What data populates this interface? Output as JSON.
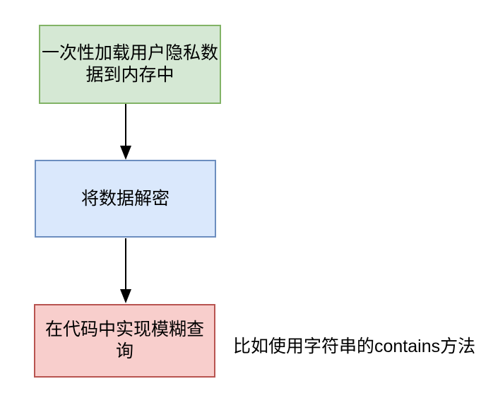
{
  "page": {
    "background": "#ffffff"
  },
  "diagram": {
    "type": "flowchart",
    "direction": "top-down",
    "nodes": [
      {
        "id": "load",
        "label": "一次性加载用户隐私数据到内存中",
        "fill": "#d5e8d4",
        "stroke": "#82b366"
      },
      {
        "id": "decrypt",
        "label": "将数据解密",
        "fill": "#dae8fc",
        "stroke": "#6c8ebf"
      },
      {
        "id": "fuzzy",
        "label": "在代码中实现模糊查询",
        "fill": "#f8cecc",
        "stroke": "#b85450"
      }
    ],
    "edges": [
      {
        "from": "load",
        "to": "decrypt"
      },
      {
        "from": "decrypt",
        "to": "fuzzy"
      }
    ],
    "annotation": {
      "text": "比如使用字符串的contains方法",
      "attached_to": "fuzzy"
    },
    "arrow_color": "#000000",
    "text_color": "#000000"
  }
}
